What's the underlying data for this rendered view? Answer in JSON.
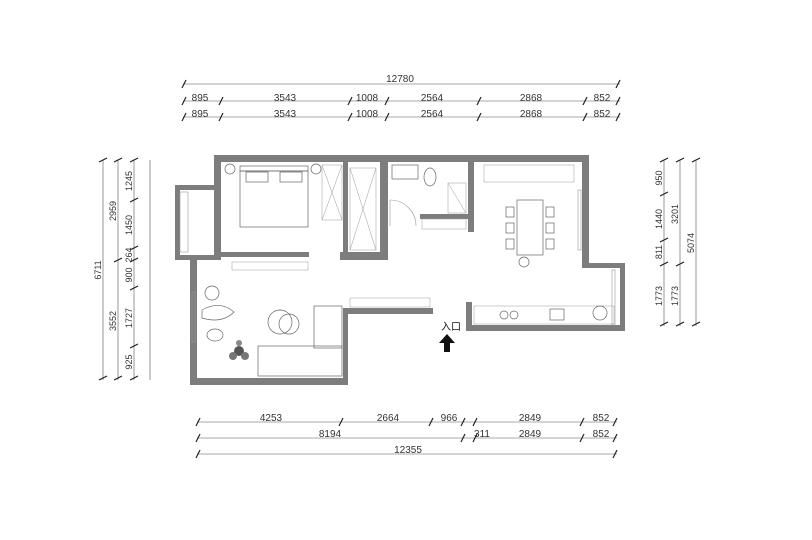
{
  "plan": {
    "entry_label": "入口",
    "dims_top": {
      "total": "12780",
      "row1": [
        "895",
        "3543",
        "1008",
        "2564",
        "2868",
        "852"
      ],
      "row2": [
        "895",
        "3543",
        "1008",
        "2564",
        "2868",
        "852"
      ]
    },
    "dims_bottom": {
      "row1": [
        "4253",
        "2664",
        "966",
        "2849",
        "852"
      ],
      "row2": [
        "8194",
        "311",
        "2849",
        "852"
      ],
      "total": "12355"
    },
    "dims_left": {
      "total": "6711",
      "mid": [
        "2959",
        "3552"
      ],
      "inner": [
        "1245",
        "1450",
        "264",
        "900",
        "1727",
        "925"
      ]
    },
    "dims_right": {
      "total": "5074",
      "mid": [
        "3201",
        "1773"
      ],
      "inner": [
        "950",
        "1440",
        "811",
        "1773"
      ]
    }
  }
}
